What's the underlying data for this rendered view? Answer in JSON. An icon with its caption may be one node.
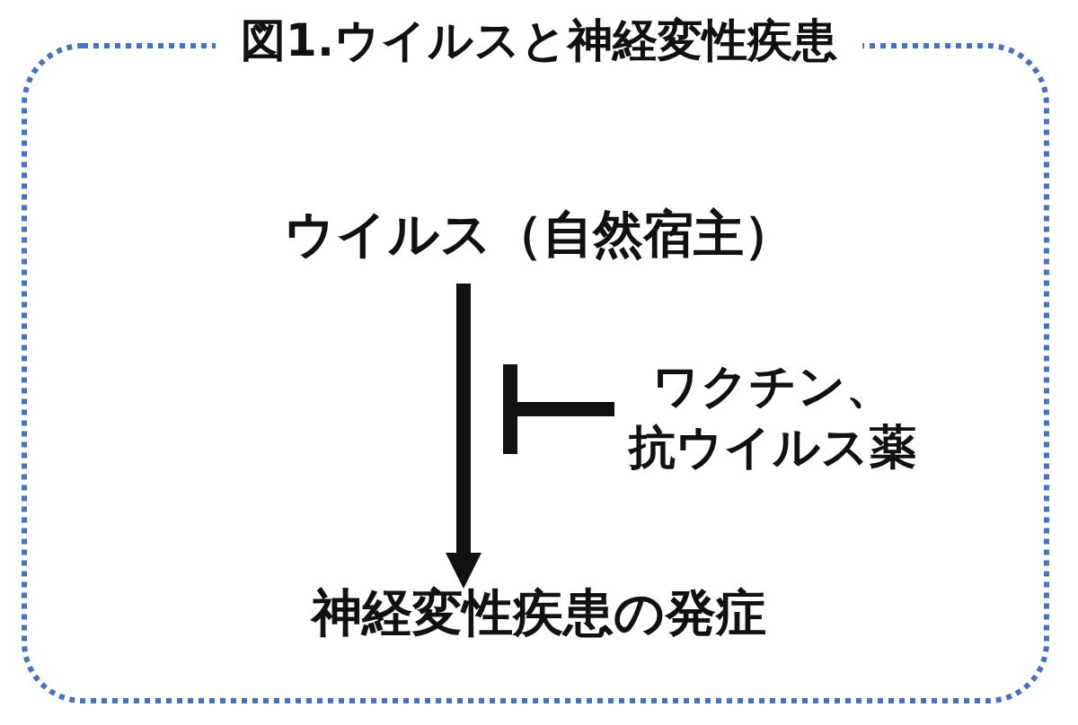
{
  "diagram": {
    "title": "図1.ウイルスと神経変性疾患",
    "nodes": [
      {
        "text": [
          "ウイルス（自然宿主）"
        ]
      },
      {
        "text": [
          "神経変性疾患の発症"
        ]
      },
      {
        "text": [
          "ワクチン、抗ウイルス薬"
        ]
      }
    ],
    "edges": [
      {
        "from": 0,
        "to": 1,
        "arrow": "to"
      },
      {
        "from": 2,
        "to": null,
        "arrow": "other"
      }
    ]
  }
}
